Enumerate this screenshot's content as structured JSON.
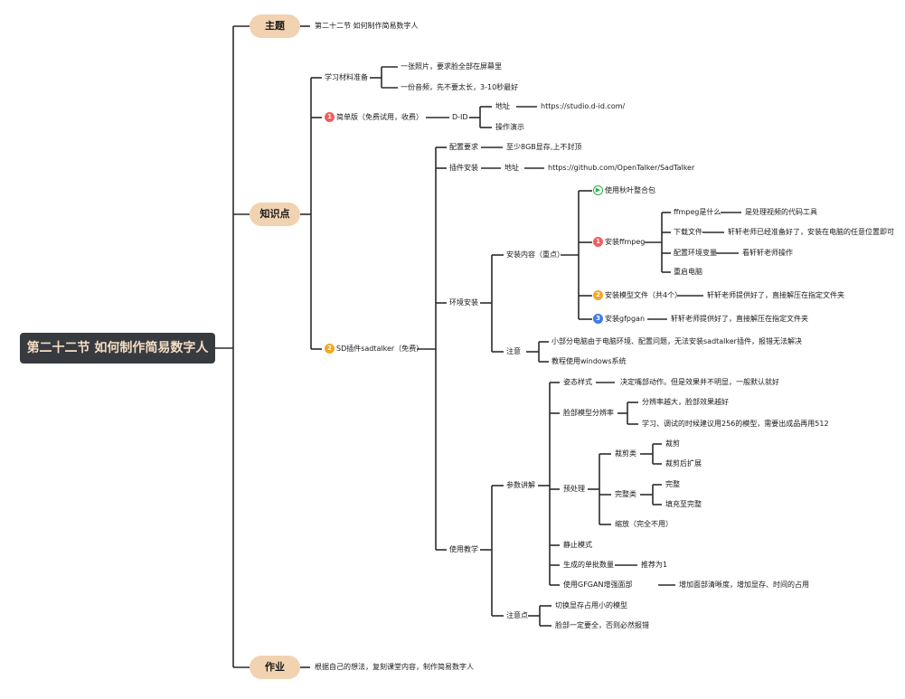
{
  "root": "第二十二节 如何制作简易数字人",
  "topic": {
    "label": "主题",
    "text": "第二十二节 如何制作简易数字人"
  },
  "knowledge": {
    "label": "知识点",
    "materials": {
      "label": "学习材料准备",
      "items": [
        "一张照片，要求脸全部在屏幕里",
        "一份音频，先不要太长，3-10秒最好"
      ]
    },
    "simple": {
      "badge": "1",
      "label": "简单版（免费试用，收费）",
      "did": "D-ID",
      "addr_label": "地址",
      "addr": "https://studio.d-id.com/",
      "demo": "操作演示"
    },
    "sd": {
      "badge": "2",
      "label": "SD插件sadtalker（免费）",
      "config": {
        "label": "配置要求",
        "value": "至少8GB显存,上不封顶"
      },
      "plugin": {
        "label": "插件安装",
        "addr_label": "地址",
        "addr": "https://github.com/OpenTalker/SadTalker"
      },
      "env": {
        "label": "环境安装",
        "install": {
          "label": "安装内容（重点）",
          "pack": "使用秋叶整合包",
          "ffmpeg": {
            "badge": "1",
            "label": "安装ffmpeg",
            "items": [
              {
                "label": "ffmpeg是什么",
                "value": "是处理视频的代码工具"
              },
              {
                "label": "下载文件",
                "value": "轩轩老师已经准备好了，安装在电脑的任意位置即可"
              },
              {
                "label": "配置环境变量",
                "value": "看轩轩老师操作"
              },
              {
                "label": "重启电脑",
                "value": ""
              }
            ]
          },
          "model": {
            "badge": "2",
            "label": "安装模型文件（共4个）",
            "value": "轩轩老师提供好了，直接解压在指定文件夹"
          },
          "gfpgan": {
            "badge": "3",
            "label": "安装gfpgan",
            "value": "轩轩老师提供好了，直接解压在指定文件夹"
          }
        },
        "note": {
          "label": "注意",
          "items": [
            "小部分电脑由于电脑环境、配置问题，无法安装sadtalker插件，报错无法解决",
            "教程使用windows系统"
          ]
        }
      },
      "usage": {
        "label": "使用教学",
        "params": {
          "label": "参数讲解",
          "pose": {
            "label": "姿态样式",
            "value": "决定嘴部动作。但是效果并不明显，一般默认就好"
          },
          "face": {
            "label": "脸部模型分辨率",
            "items": [
              "分辨率越大，脸部效果越好",
              "学习、调试的时候建议用256的模型，需要出成品再用512"
            ]
          },
          "pre": {
            "label": "预处理",
            "crop": {
              "label": "裁剪类",
              "items": [
                "裁剪",
                "裁剪后扩展"
              ]
            },
            "full": {
              "label": "完整类",
              "items": [
                "完整",
                "填充至完整"
              ]
            },
            "resize": "缩放（完全不用）"
          },
          "still": "静止模式",
          "batch": {
            "label": "生成的单批数量",
            "value": "推荐为1"
          },
          "gfpgan": {
            "label": "使用GFGAN增强面部",
            "value": "增加面部清晰度，增加显存、时间的占用"
          }
        },
        "notes": {
          "label": "注意点",
          "items": [
            "切换显存占用小的模型",
            "脸部一定要全，否则必然报错"
          ]
        }
      }
    }
  },
  "homework": {
    "label": "作业",
    "text": "根据自己的想法，复刻课堂内容，制作简易数字人"
  }
}
